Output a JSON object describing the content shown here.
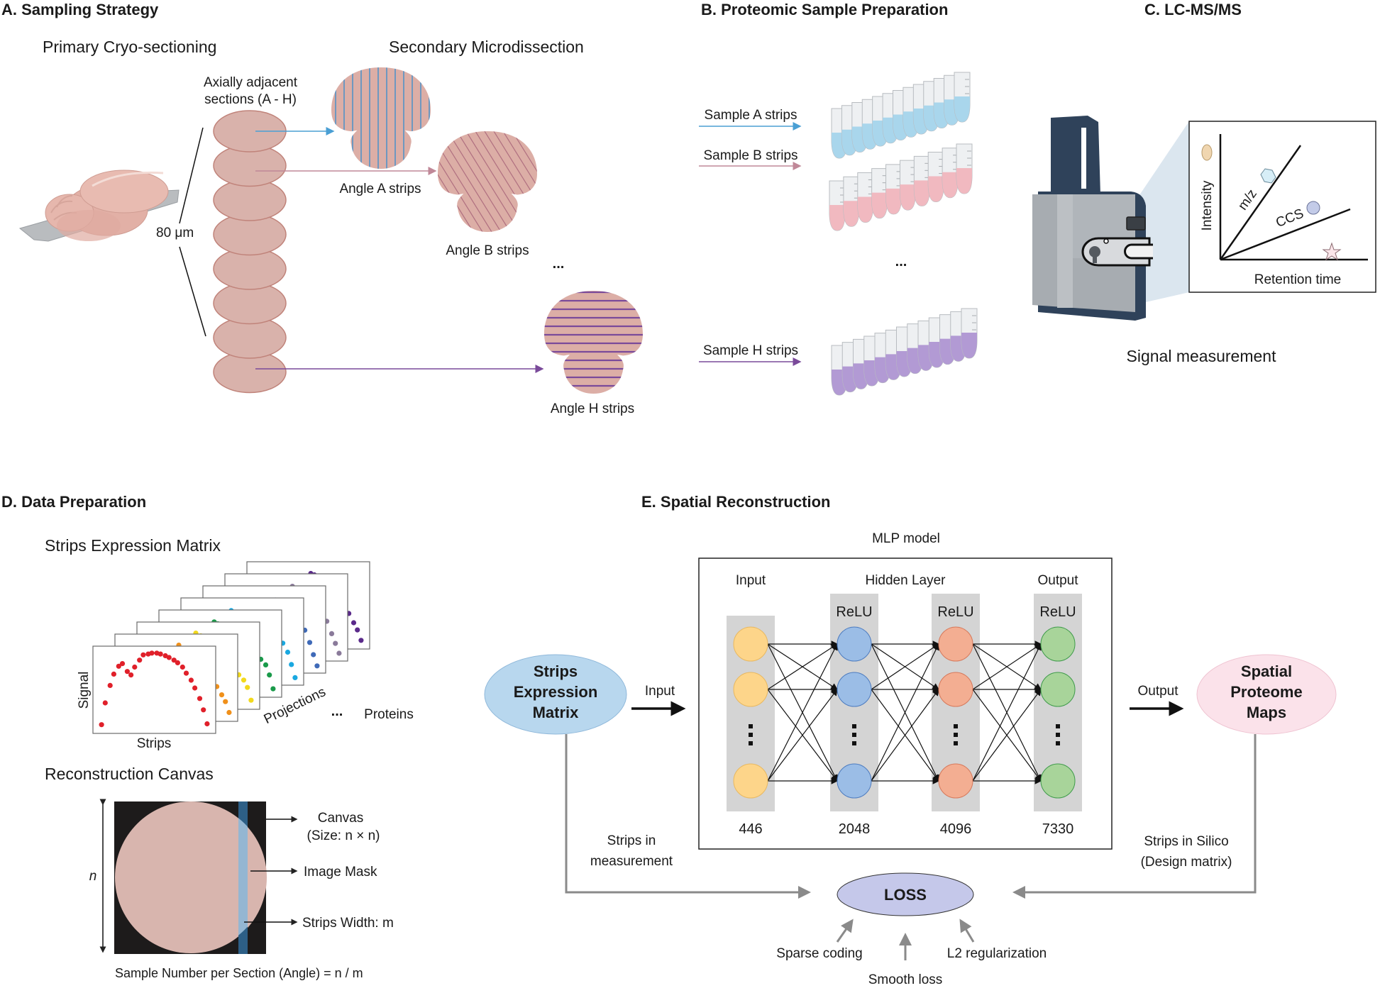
{
  "panels": {
    "a": {
      "title": "A. Sampling Strategy",
      "primary_label": "Primary Cryo-sectioning",
      "secondary_label": "Secondary Microdissection",
      "sections_label_line1": "Axially adjacent",
      "sections_label_line2": "sections (A - H)",
      "thickness_label": "80 μm",
      "section_count": 8,
      "angles": [
        {
          "label": "Angle A strips",
          "orientation": "vertical",
          "color": "#4a90c8"
        },
        {
          "label": "Angle B strips",
          "orientation": "diagonal",
          "color": "#b07080"
        },
        {
          "label": "Angle H strips",
          "orientation": "horizontal",
          "color": "#7a4a9a"
        }
      ],
      "ellipsis": "..."
    },
    "b": {
      "title": "B. Proteomic Sample Preparation",
      "rows": [
        {
          "label": "Sample A strips",
          "color": "#4a9fd4",
          "liquid": "#a9d6ec",
          "tube_count": 13
        },
        {
          "label": "Sample B strips",
          "color": "#c08898",
          "liquid": "#f1b9c0",
          "tube_count": 10
        },
        {
          "label": "Sample H strips",
          "color": "#7a4a9a",
          "liquid": "#b29ad4",
          "tube_count": 13
        }
      ],
      "ellipsis": "..."
    },
    "c": {
      "title": "C. LC-MS/MS",
      "caption": "Signal measurement",
      "plot": {
        "y_label": "Intensity",
        "x_label": "Retention time",
        "line1_label": "m/z",
        "line2_label": "CCS"
      }
    },
    "d": {
      "title": "D. Data Preparation",
      "matrix_title": "Strips Expression Matrix",
      "signal_label": "Signal",
      "strips_label": "Strips",
      "projections_label": "Projections",
      "proteins_label": "Proteins",
      "ellipsis": "...",
      "canvas_title": "Reconstruction Canvas",
      "n_label": "n",
      "canvas_label_line1": "Canvas",
      "canvas_label_line2": "(Size: n × n)",
      "mask_label": "Image Mask",
      "strip_width_label": "Strips Width: m",
      "formula": "Sample Number per Section (Angle) = n / m"
    },
    "e": {
      "title": "E. Spatial Reconstruction",
      "model_label": "MLP model",
      "input_node_lines": [
        "Strips",
        "Expression",
        "Matrix"
      ],
      "output_node_lines": [
        "Spatial",
        "Proteome",
        "Maps"
      ],
      "input_arrow_label": "Input",
      "output_arrow_label": "Output",
      "layer_headers": {
        "input": "Input",
        "hidden": "Hidden Layer",
        "output": "Output"
      },
      "layers": [
        {
          "name": "input",
          "activation": "",
          "size": "446",
          "fill": "#fdd58a",
          "stroke": "#e8b860"
        },
        {
          "name": "hidden1",
          "activation": "ReLU",
          "size": "2048",
          "fill": "#9bbde6",
          "stroke": "#4c7bbf"
        },
        {
          "name": "hidden2",
          "activation": "ReLU",
          "size": "4096",
          "fill": "#f3ae92",
          "stroke": "#d6785a"
        },
        {
          "name": "output",
          "activation": "ReLU",
          "size": "7330",
          "fill": "#a8d49a",
          "stroke": "#3e9a4a"
        }
      ],
      "measurement_label_line1": "Strips in",
      "measurement_label_line2": "measurement",
      "silico_label_line1": "Strips in Silico",
      "silico_label_line2": "(Design matrix)",
      "loss_label": "LOSS",
      "loss_terms": [
        "Sparse coding",
        "Smooth loss",
        "L2 regularization"
      ]
    }
  },
  "chart_data": {
    "type": "scatter",
    "title": "Strips Expression Matrix",
    "xlabel": "Strips",
    "ylabel": "Signal",
    "series": [
      {
        "name": "projection-1",
        "color": "#e0202a",
        "x": [
          0.07,
          0.1,
          0.14,
          0.17,
          0.21,
          0.24,
          0.28,
          0.31,
          0.34,
          0.38,
          0.41,
          0.45,
          0.48,
          0.52,
          0.55,
          0.59,
          0.62,
          0.66,
          0.69,
          0.73,
          0.76,
          0.8,
          0.83,
          0.87,
          0.9,
          0.93
        ],
        "y": [
          0.1,
          0.35,
          0.55,
          0.68,
          0.77,
          0.8,
          0.71,
          0.67,
          0.76,
          0.84,
          0.9,
          0.91,
          0.92,
          0.92,
          0.91,
          0.89,
          0.87,
          0.84,
          0.81,
          0.76,
          0.69,
          0.61,
          0.52,
          0.4,
          0.27,
          0.11
        ]
      },
      {
        "name": "projection-2",
        "color": "#f0901a"
      },
      {
        "name": "projection-3",
        "color": "#f2d91c"
      },
      {
        "name": "projection-4",
        "color": "#1a9a4a"
      },
      {
        "name": "projection-5",
        "color": "#1aa8e0"
      },
      {
        "name": "projection-6",
        "color": "#3f6ab8"
      },
      {
        "name": "projection-7",
        "color": "#8a7a9a"
      },
      {
        "name": "projection-8",
        "color": "#5a2a8a"
      }
    ]
  }
}
